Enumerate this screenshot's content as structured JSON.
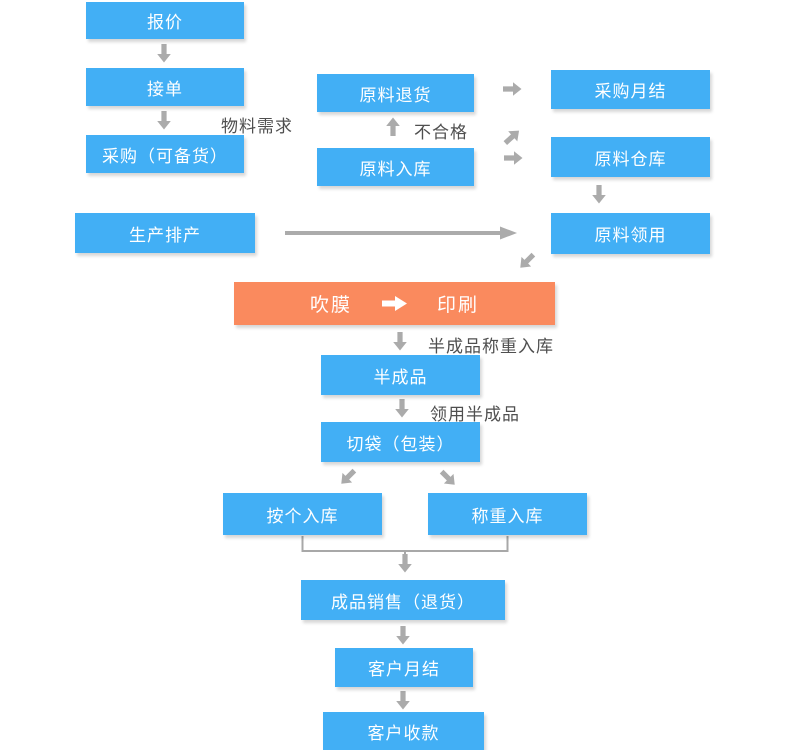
{
  "flowchart": {
    "nodes": {
      "quote": "报价",
      "receive_order": "接单",
      "purchase": "采购（可备货）",
      "production_scheduling": "生产排产",
      "material_return": "原料退货",
      "material_inbound": "原料入库",
      "purchase_monthly": "采购月结",
      "material_warehouse": "原料仓库",
      "material_requisition": "原料领用",
      "blow_film": "吹膜",
      "printing": "印刷",
      "semi_finished": "半成品",
      "bag_cutting": "切袋（包装）",
      "inbound_by_piece": "按个入库",
      "inbound_by_weight": "称重入库",
      "finished_sales": "成品销售（退货）",
      "customer_monthly": "客户月结",
      "customer_payment": "客户收款"
    },
    "edge_labels": {
      "material_demand": "物料需求",
      "unqualified": "不合格",
      "semi_weigh_inbound": "半成品称重入库",
      "requisition_semi": "领用半成品"
    },
    "edges": [
      {
        "from": "quote",
        "to": "receive_order"
      },
      {
        "from": "receive_order",
        "to": "purchase",
        "label": "物料需求"
      },
      {
        "from": "material_inbound",
        "to": "material_return",
        "label": "不合格"
      },
      {
        "from": "material_return",
        "to": "purchase_monthly"
      },
      {
        "from": "material_inbound",
        "to": "material_warehouse"
      },
      {
        "from": "material_warehouse",
        "to": "material_requisition"
      },
      {
        "from": "production_scheduling",
        "to": "material_requisition"
      },
      {
        "from": "material_requisition",
        "to": "blow_film_printing"
      },
      {
        "from": "blow_film",
        "to": "printing"
      },
      {
        "from": "blow_film_printing",
        "to": "semi_finished",
        "label": "半成品称重入库"
      },
      {
        "from": "semi_finished",
        "to": "bag_cutting",
        "label": "领用半成品"
      },
      {
        "from": "bag_cutting",
        "to": "inbound_by_piece"
      },
      {
        "from": "bag_cutting",
        "to": "inbound_by_weight"
      },
      {
        "from": "inbound_by_piece",
        "to": "finished_sales"
      },
      {
        "from": "inbound_by_weight",
        "to": "finished_sales"
      },
      {
        "from": "finished_sales",
        "to": "customer_monthly"
      },
      {
        "from": "customer_monthly",
        "to": "customer_payment"
      }
    ],
    "colors": {
      "node_fill": "#42AFF5",
      "highlight_fill": "#FA8A5E",
      "node_text": "#FFFFFF",
      "arrow_gray": "#ABABAB",
      "label_text": "#4F4F4F"
    }
  }
}
